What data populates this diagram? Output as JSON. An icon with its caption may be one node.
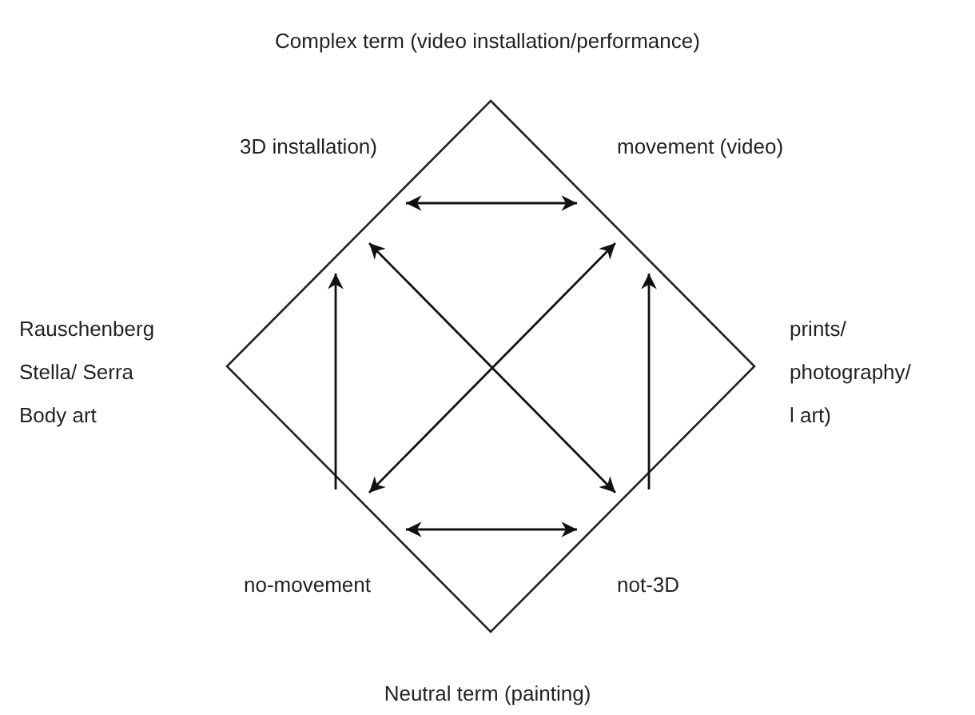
{
  "diagram": {
    "nodes": [
      {
        "text": [
          "3D installation)"
        ]
      },
      {
        "text": [
          "movement (video)"
        ]
      },
      {
        "text": [
          "no-movement"
        ]
      },
      {
        "text": [
          "not-3D"
        ]
      }
    ],
    "edges": [
      {
        "from": 0,
        "to": 1,
        "arrow": "both"
      },
      {
        "from": 2,
        "to": 0,
        "arrow": "to"
      },
      {
        "from": 3,
        "to": 1,
        "arrow": "to"
      },
      {
        "from": 0,
        "to": 3,
        "arrow": "both"
      },
      {
        "from": 1,
        "to": 2,
        "arrow": "both"
      },
      {
        "from": 2,
        "to": 3,
        "arrow": "both"
      }
    ],
    "labels": [
      "Complex term (video installation/performance)",
      "Rauschenberg Stella/ Serra Body art",
      "prints/ photography/ l art)",
      "Neutral term (painting)"
    ]
  }
}
